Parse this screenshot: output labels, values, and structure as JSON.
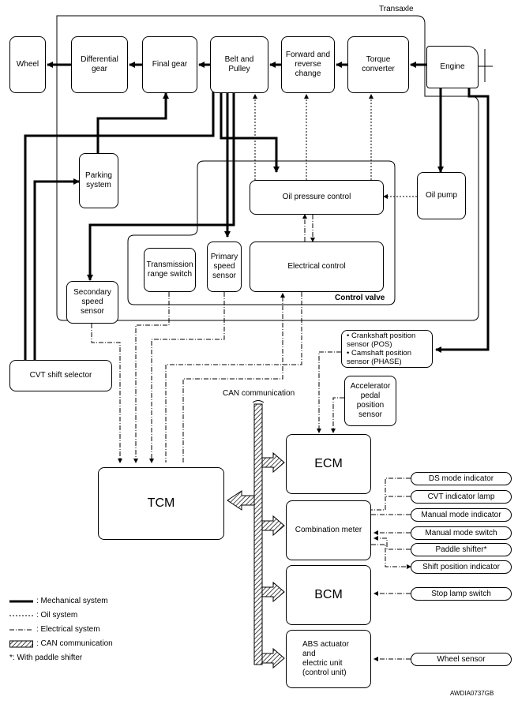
{
  "diagram": {
    "transaxle_label": "Transaxle",
    "control_valve_label": "Control valve",
    "can_label": "CAN communication",
    "figure_code": "AWDIA0737GB",
    "blocks": {
      "wheel": "Wheel",
      "differential": "Differential\ngear",
      "final_gear": "Final gear",
      "belt_pulley": "Belt and\nPulley",
      "fwd_rev": "Forward and\nreverse\nchange",
      "torque_conv": "Torque\nconverter",
      "engine": "Engine",
      "parking": "Parking\nsystem",
      "oil_pressure": "Oil pressure control",
      "oil_pump": "Oil pump",
      "tr_switch": "Transmission\nrange switch",
      "primary_sensor": "Primary\nspeed\nsensor",
      "electrical": "Electrical control",
      "secondary_sensor": "Secondary\nspeed\nsensor",
      "cvt_selector": "CVT shift selector",
      "crank_cam": "• Crankshaft position\n  sensor (POS)\n• Camshaft position\n  sensor (PHASE)",
      "accel": "Accelerator\npedal\nposition\nsensor",
      "ecm": "ECM",
      "tcm": "TCM",
      "combo": "Combination meter",
      "bcm": "BCM",
      "abs": "ABS actuator\nand\nelectric unit\n(control unit)"
    },
    "indicators": {
      "ds": "DS mode indicator",
      "cvt_lamp": "CVT indicator lamp",
      "manual_ind": "Manual mode indicator",
      "manual_sw": "Manual mode switch",
      "paddle": "Paddle shifter*",
      "shift_pos": "Shift position indicator",
      "stop_lamp": "Stop lamp switch",
      "wheel_sensor": "Wheel sensor"
    }
  },
  "legend": {
    "mechanical": ": Mechanical system",
    "oil": ": Oil system",
    "electrical": ": Electrical system",
    "can": ": CAN communication",
    "footnote": "*: With paddle shifter"
  }
}
